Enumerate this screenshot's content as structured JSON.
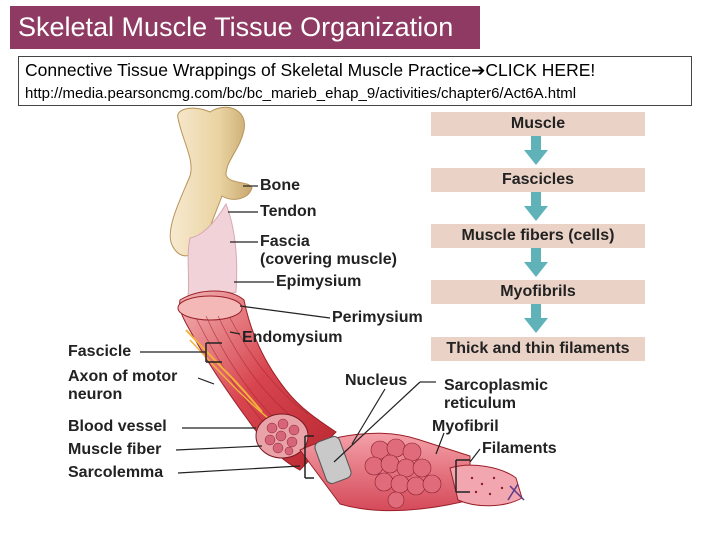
{
  "slide": {
    "title": "Skeletal Muscle Tissue Organization",
    "practice_text": "Connective Tissue Wrappings of Skeletal Muscle Practice",
    "arrow_icon": "right-arrow-icon",
    "click_text": "CLICK HERE!",
    "url": "http://media.pearsoncmg.com/bc/bc_marieb_ehap_9/activities/chapter6/Act6A.html"
  },
  "hierarchy": [
    {
      "label": "Muscle"
    },
    {
      "label": "Fascicles"
    },
    {
      "label": "Muscle fibers (cells)"
    },
    {
      "label": "Myofibrils"
    },
    {
      "label": "Thick and thin filaments"
    }
  ],
  "labels": {
    "bone": "Bone",
    "tendon": "Tendon",
    "fascia": "Fascia",
    "fascia_note": "(covering muscle)",
    "epimysium": "Epimysium",
    "perimysium": "Perimysium",
    "endomysium": "Endomysium",
    "fascicle": "Fascicle",
    "axon": "Axon of motor",
    "neuron": "neuron",
    "blood_vessel": "Blood vessel",
    "muscle_fiber": "Muscle fiber",
    "sarcolemma": "Sarcolemma",
    "nucleus": "Nucleus",
    "sarcoplasmic": "Sarcoplasmic",
    "reticulum": "reticulum",
    "myofibril": "Myofibril",
    "filaments": "Filaments"
  },
  "colors": {
    "title_bg": "#8e3a62",
    "hierarchy_box": "#ead3c6",
    "hierarchy_arrow": "#5fb3b8",
    "muscle_red": "#d8454f",
    "bone": "#efdcb0"
  }
}
